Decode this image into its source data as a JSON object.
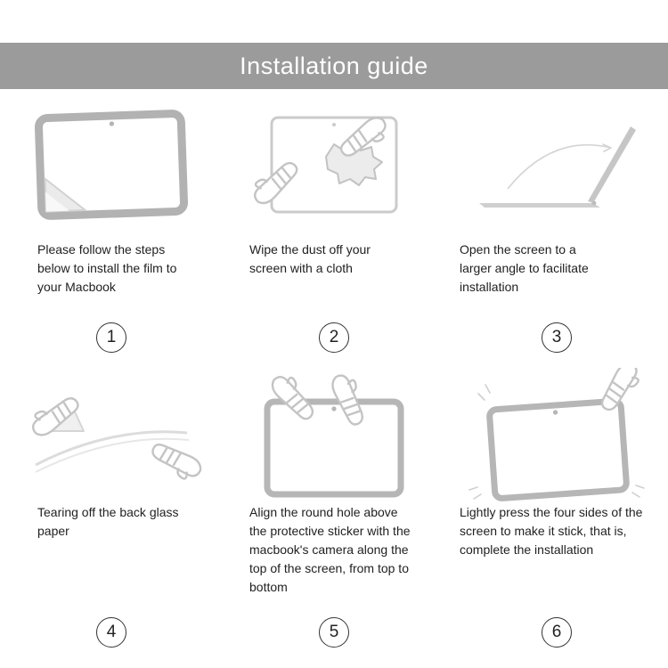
{
  "header": {
    "title": "Installation guide"
  },
  "colors": {
    "header_bg": "#9b9b9b",
    "device_frame_gray": "#b2b2b2",
    "hand_line_gray": "#c4c4c4",
    "caption_text": "#1f1f1f"
  },
  "steps": [
    {
      "number": "1",
      "text": "Please follow the steps below to install the film to your Macbook",
      "illustration": "screen-with-peeling-film-icon"
    },
    {
      "number": "2",
      "text": "Wipe the dust off your screen with a cloth",
      "illustration": "hands-wiping-screen-with-cloth-icon"
    },
    {
      "number": "3",
      "text": "Open the screen to a larger angle to facilitate installation",
      "illustration": "laptop-opened-wide-angle-icon"
    },
    {
      "number": "4",
      "text": "Tearing off the back glass paper",
      "illustration": "hands-tearing-backing-paper-icon"
    },
    {
      "number": "5",
      "text": "Align the round hole above the protective sticker with the macbook's camera along the top of the screen, from top to bottom",
      "illustration": "hands-aligning-film-to-camera-icon"
    },
    {
      "number": "6",
      "text": "Lightly press the four sides of the screen to make it stick, that is, complete the installation",
      "illustration": "hand-pressing-screen-edges-icon"
    }
  ]
}
